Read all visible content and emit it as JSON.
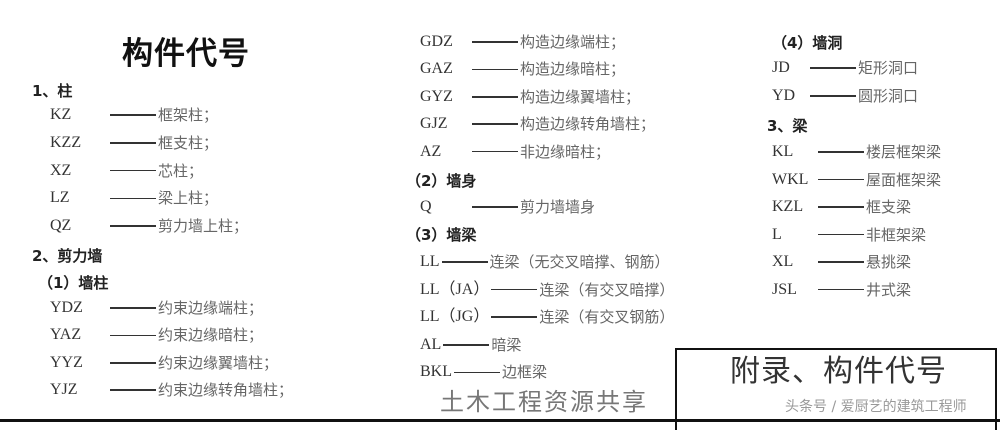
{
  "title": "构件代号",
  "col1": {
    "h1": "1、柱",
    "items1": [
      {
        "code": "KZ",
        "desc": "框架柱；"
      },
      {
        "code": "KZZ",
        "desc": "框支柱；"
      },
      {
        "code": "XZ",
        "desc": "芯柱；"
      },
      {
        "code": "LZ",
        "desc": "梁上柱；"
      },
      {
        "code": "QZ",
        "desc": "剪力墙上柱；"
      }
    ],
    "h2": "2、剪力墙",
    "h2a": "（1）墙柱",
    "items2": [
      {
        "code": "YDZ",
        "desc": "约束边缘端柱；"
      },
      {
        "code": "YAZ",
        "desc": "约束边缘暗柱；"
      },
      {
        "code": "YYZ",
        "desc": "约束边缘翼墙柱；"
      },
      {
        "code": "YJZ",
        "desc": "约束边缘转角墙柱；"
      }
    ]
  },
  "col2": {
    "items1": [
      {
        "code": "GDZ",
        "desc": "构造边缘端柱；"
      },
      {
        "code": "GAZ",
        "desc": "构造边缘暗柱；"
      },
      {
        "code": "GYZ",
        "desc": "构造边缘翼墙柱；"
      },
      {
        "code": "GJZ",
        "desc": "构造边缘转角墙柱；"
      },
      {
        "code": "AZ",
        "desc": "非边缘暗柱；"
      }
    ],
    "h2": "（2）墙身",
    "items2": [
      {
        "code": "Q",
        "desc": "剪力墙墙身"
      }
    ],
    "h3": "（3）墙梁",
    "items3": [
      {
        "code": "LL",
        "desc": "连梁（无交叉暗撑、钢筋）"
      },
      {
        "code": "LL（JA）",
        "desc": "连梁（有交叉暗撑）"
      },
      {
        "code": "LL（JG）",
        "desc": "连梁（有交叉钢筋）"
      },
      {
        "code": "AL",
        "desc": "暗梁"
      },
      {
        "code": "BKL",
        "desc": "边框梁"
      }
    ]
  },
  "col3": {
    "h4": "（4）墙洞",
    "items4": [
      {
        "code": "JD",
        "desc": "矩形洞口"
      },
      {
        "code": "YD",
        "desc": "圆形洞口"
      }
    ],
    "h5": "3、梁",
    "items5": [
      {
        "code": "KL",
        "desc": "楼层框架梁"
      },
      {
        "code": "WKL",
        "desc": "屋面框架梁"
      },
      {
        "code": "KZL",
        "desc": "框支梁"
      },
      {
        "code": "L",
        "desc": "非框架梁"
      },
      {
        "code": "XL",
        "desc": "悬挑梁"
      },
      {
        "code": "JSL",
        "desc": "井式梁"
      }
    ]
  },
  "box_text": "附录、构件代号",
  "overlay_watermark": "土木工程资源共享",
  "watermark": "头条号 / 爱厨艺的建筑工程师"
}
